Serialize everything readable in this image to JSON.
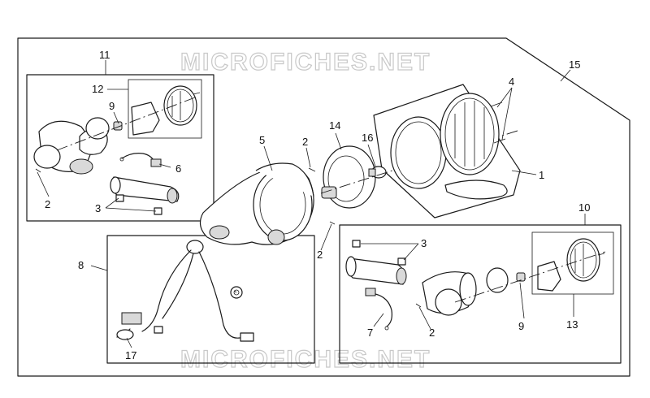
{
  "watermark": "MICROFICHES.NET",
  "colors": {
    "line": "#1a1a1a",
    "watermark": "#c8c8c8",
    "shade": "#d9d9d9"
  },
  "labels": {
    "p1": "1",
    "p2a": "2",
    "p2b": "2",
    "p2c": "2",
    "p2d": "2",
    "p3a": "3",
    "p3b": "3",
    "p4": "4",
    "p5": "5",
    "p6": "6",
    "p7": "7",
    "p8": "8",
    "p9a": "9",
    "p9b": "9",
    "p10": "10",
    "p11": "11",
    "p12": "12",
    "p13": "13",
    "p14": "14",
    "p15": "15",
    "p16": "16",
    "p17": "17"
  }
}
